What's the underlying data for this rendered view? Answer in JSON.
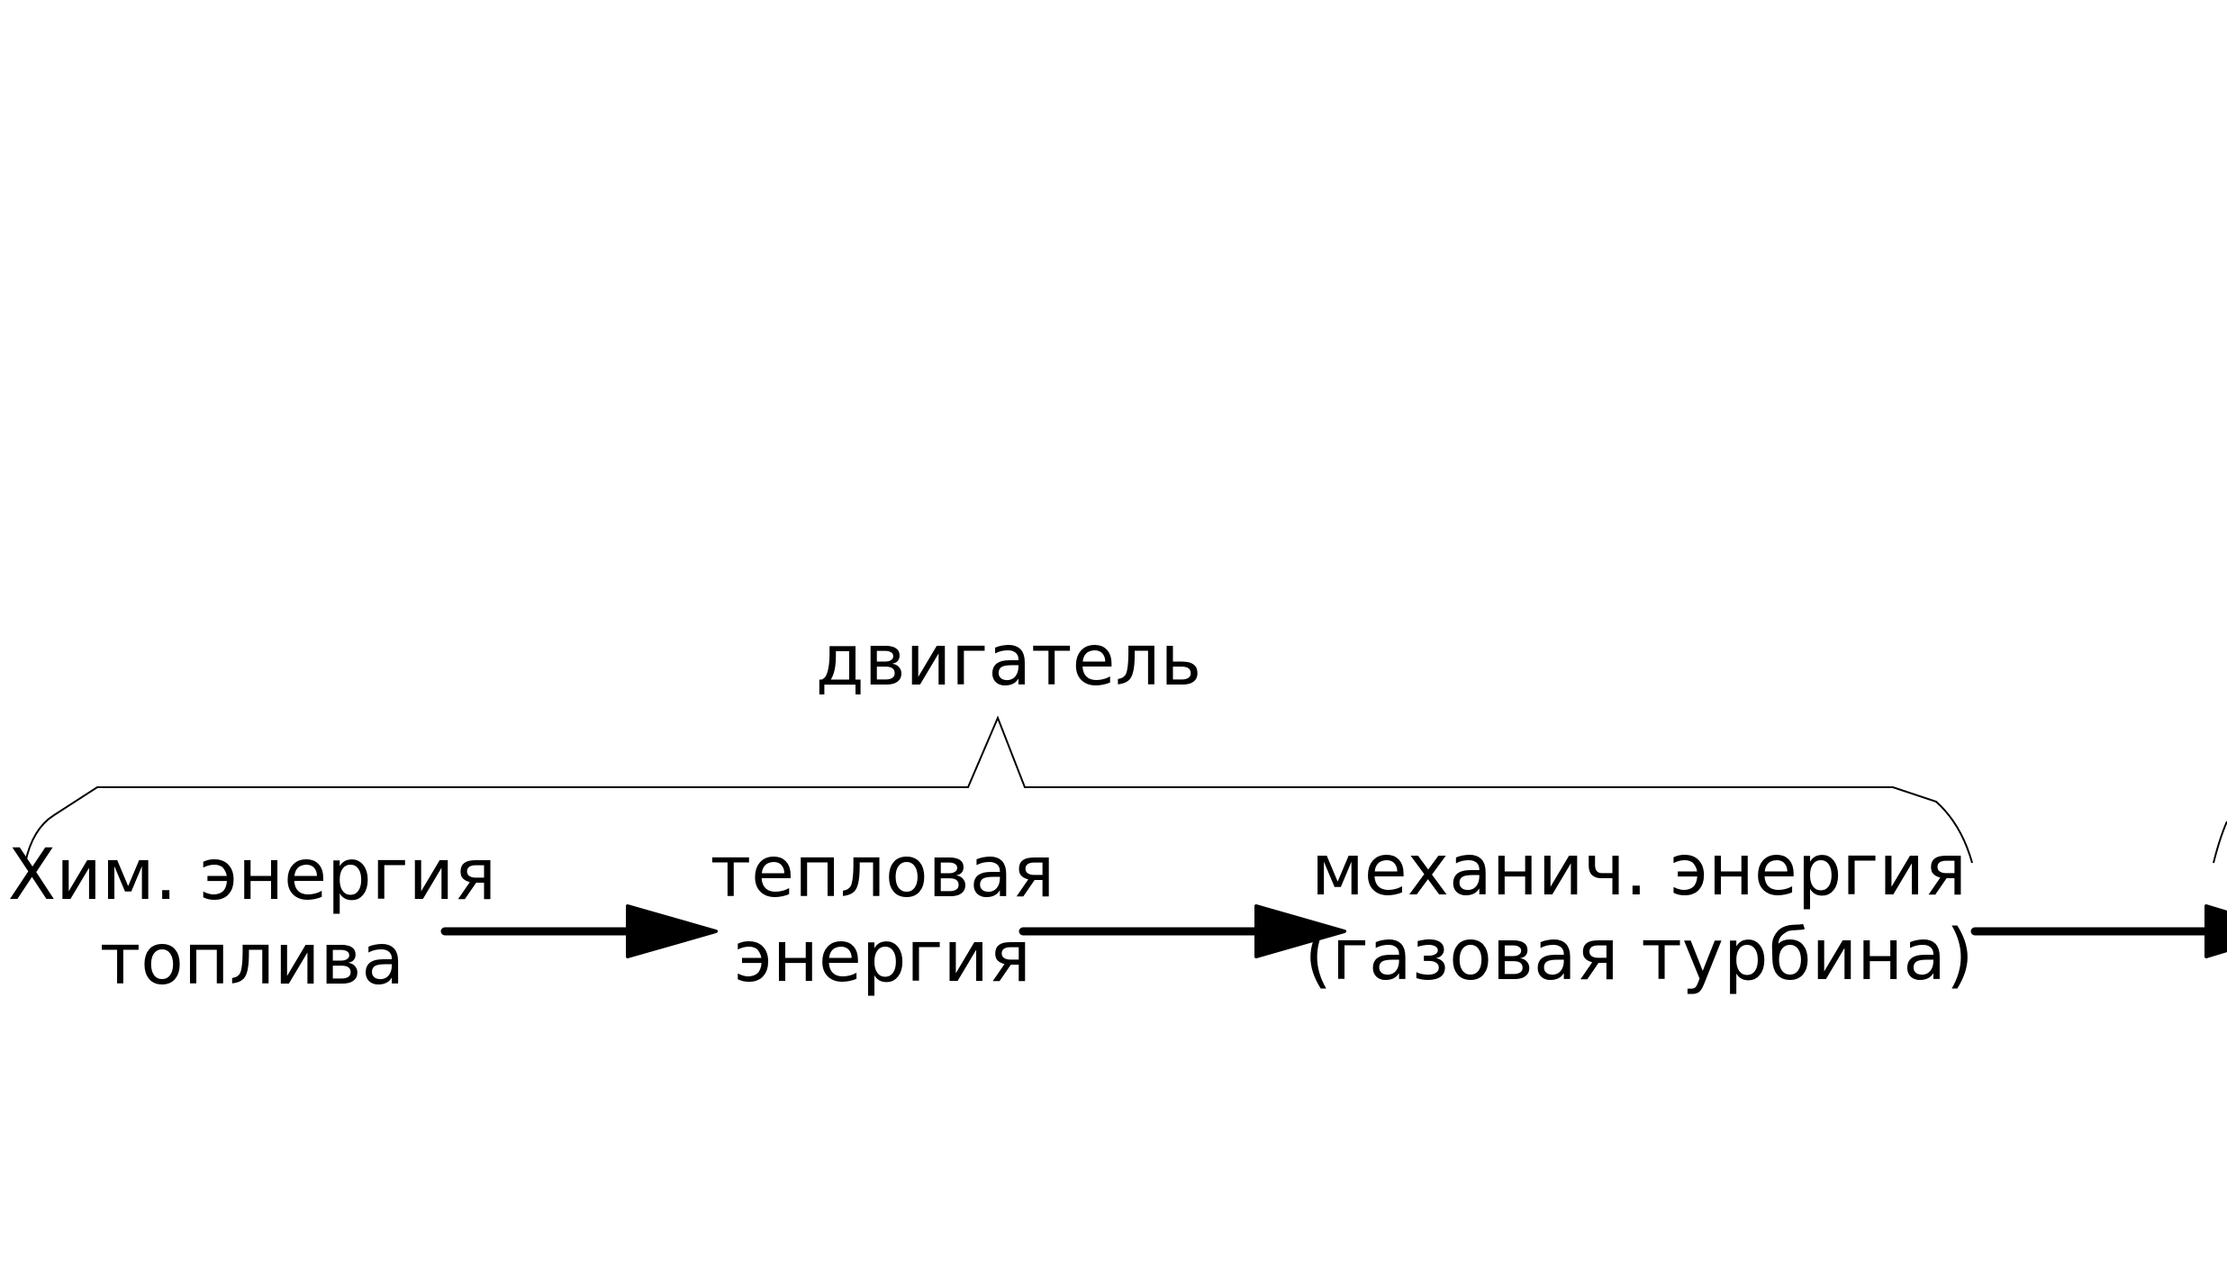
{
  "diagram": {
    "group_label": "двигатель",
    "nodes": [
      {
        "id": "chem",
        "lines": [
          "Хим. энергия",
          "топлива"
        ]
      },
      {
        "id": "heat",
        "lines": [
          "тепловая",
          "энергия"
        ]
      },
      {
        "id": "mech",
        "lines": [
          "механич. энергия",
          "(газовая турбина)"
        ]
      }
    ],
    "edges": [
      {
        "from": "chem",
        "to": "heat"
      },
      {
        "from": "heat",
        "to": "mech"
      },
      {
        "from": "mech",
        "to": ""
      }
    ],
    "colors": {
      "background": "#ffffff",
      "ink": "#000000"
    }
  }
}
